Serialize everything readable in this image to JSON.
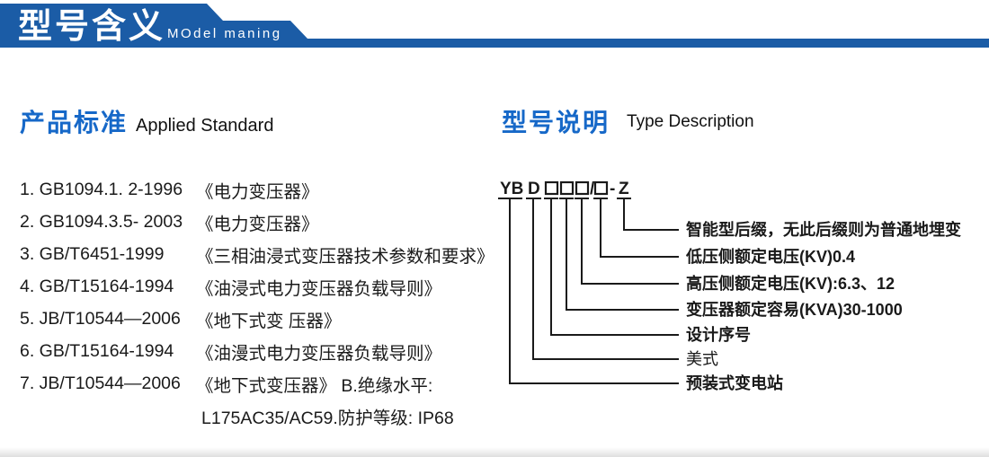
{
  "header": {
    "title": "型号含义",
    "subtitle": "MOdel maning"
  },
  "sections": {
    "standards": {
      "title_zh": "产品标准",
      "title_en": "Applied Standard"
    },
    "type": {
      "title_zh": "型号说明",
      "title_en": "Type Description"
    }
  },
  "standards": {
    "items": [
      {
        "code": "1. GB1094.1. 2-1996",
        "title": "《电力变压器》"
      },
      {
        "code": "2. GB1094.3.5- 2003",
        "title": "《电力变压器》"
      },
      {
        "code": "3. GB/T6451-1999",
        "title": "《三相油浸式变压器技术参数和要求》"
      },
      {
        "code": "4. GB/T15164-1994",
        "title": "《油浸式电力变压器负载导则》"
      },
      {
        "code": "5. JB/T10544—2006",
        "title": "《地下式变 压器》"
      },
      {
        "code": "6. GB/T15164-1994",
        "title": "《油漫式电力变压器负载导则》"
      },
      {
        "code": "7. JB/T10544—2006",
        "title": "《地下式变压器》 B.绝缘水平:"
      }
    ],
    "continuation": "L175AC35/AC59.防护等级: IP68"
  },
  "diagram": {
    "code": {
      "prefix": "YB",
      "series": "D",
      "slash": "/",
      "dash": "-",
      "suffix": "Z"
    },
    "labels": [
      {
        "text": "智能型后缀，无此后缀则为普通地埋变"
      },
      {
        "text": "低压侧额定电压(KV)0.4"
      },
      {
        "text": "高压侧额定电压(KV):6.3、12"
      },
      {
        "text": "变压器额定容易(KVA)30-1000"
      },
      {
        "text": "设计序号"
      },
      {
        "text": "美式"
      },
      {
        "text": "预装式变电站"
      }
    ]
  },
  "colors": {
    "banner_blue": "#1b5ca6",
    "heading_blue": "#1668c8",
    "text_black": "#1a1a1a"
  }
}
